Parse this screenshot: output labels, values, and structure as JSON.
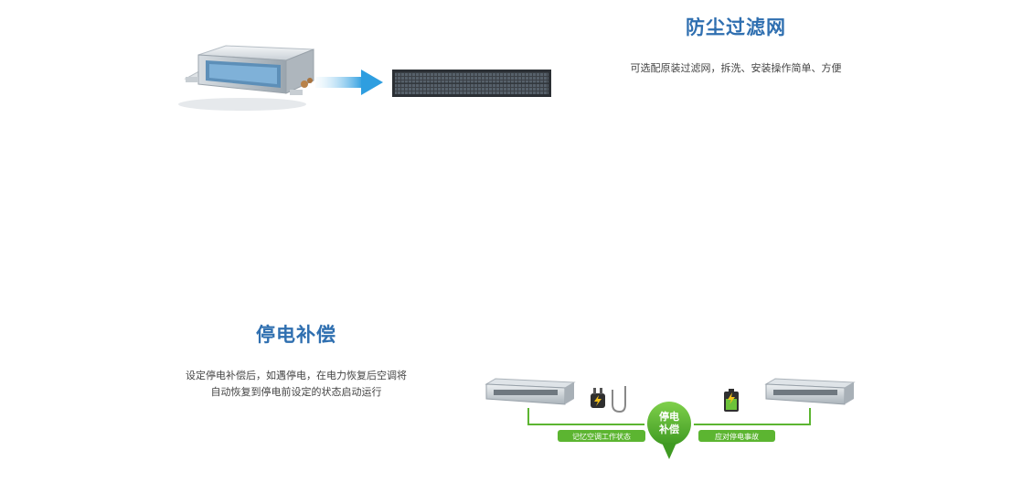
{
  "dust_filter": {
    "title": "防尘过滤网",
    "description": "可选配原装过滤网，拆洗、安装操作简单、方便"
  },
  "power_compensation": {
    "title": "停电补偿",
    "description_line1": "设定停电补偿后，如遇停电，在电力恢复后空调将",
    "description_line2": "自动恢复到停电前设定的状态启动运行",
    "diagram": {
      "left_label": "记忆空调工作状态",
      "right_label": "应对停电事故",
      "badge_line1": "停电",
      "badge_line2": "补偿"
    }
  },
  "colors": {
    "title_blue": "#2f6fb0",
    "arrow_blue": "#2e9ee0",
    "diagram_green": "#5cb531"
  }
}
